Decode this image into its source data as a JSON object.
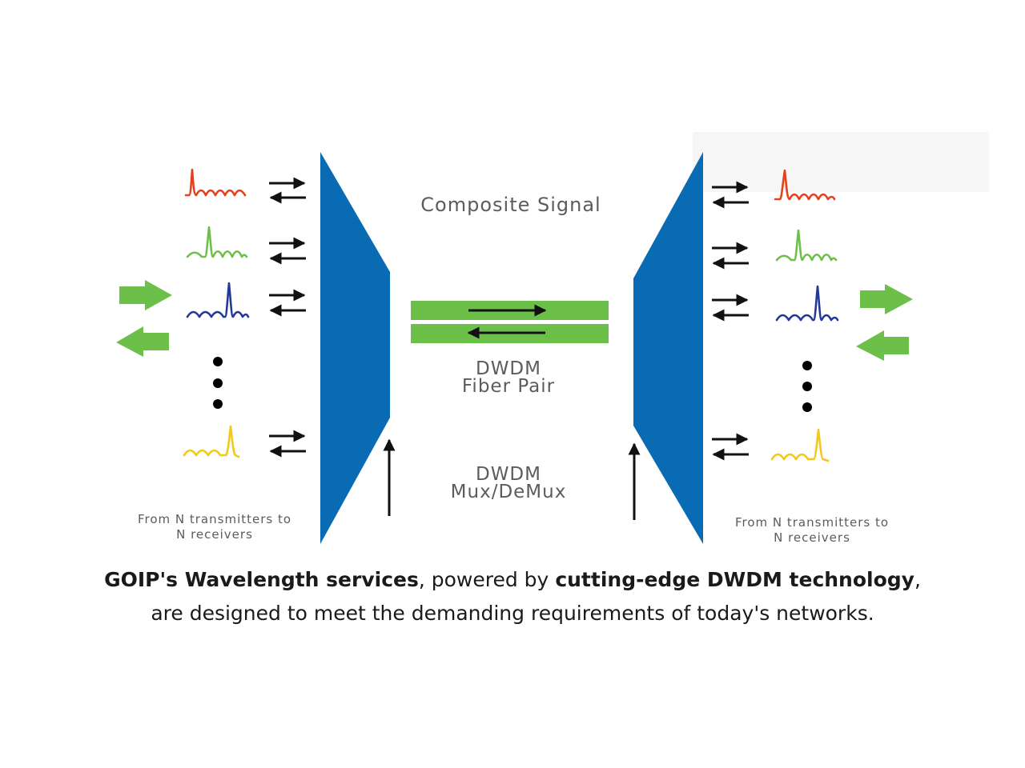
{
  "labels": {
    "composite_signal": "Composite Signal",
    "fiber_pair_line1": "DWDM",
    "fiber_pair_line2": "Fiber Pair",
    "muxdemux_line1": "DWDM",
    "muxdemux_line2": "Mux/DeMux",
    "left_note_line1": "From N transmitters to",
    "left_note_line2": "N receivers",
    "right_note_line1": "From N transmitters to",
    "right_note_line2": "N receivers"
  },
  "caption": {
    "line1_bold_a": "GOIP's Wavelength services",
    "line1_text_a": ", powered by ",
    "line1_bold_b": "cutting-edge DWDM technology",
    "line1_text_b": ",",
    "line2": "are designed to meet the demanding requirements of today's networks."
  },
  "colors": {
    "mux_blue": "#0a6bb5",
    "fiber_green": "#6cc04a",
    "arrow_green": "#6cc04a",
    "signals": [
      "#e8401c",
      "#6cc04a",
      "#23399a",
      "#f2c81a"
    ]
  }
}
